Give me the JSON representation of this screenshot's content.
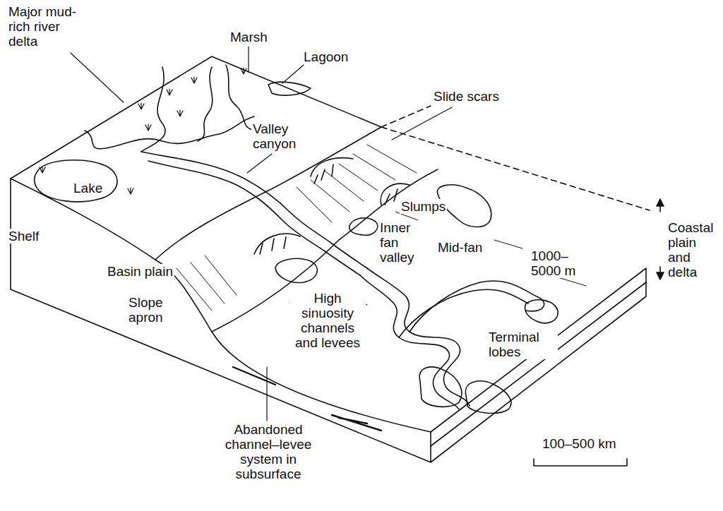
{
  "diagram": {
    "labels": [
      "Major mud-rich river delta",
      "Marsh",
      "Lagoon",
      "Slide scars",
      "Valley canyon",
      "Lake",
      "Slumps",
      "Inner fan valley",
      "Mid-fan",
      "1000–5000 m",
      "Coastal plain and delta",
      "Shelf",
      "Basin plain",
      "Slope apron",
      "High sinuosity channels and levees",
      "Terminal lobes",
      "Abandoned channel–levee system in subsurface",
      "100–500 km"
    ]
  }
}
